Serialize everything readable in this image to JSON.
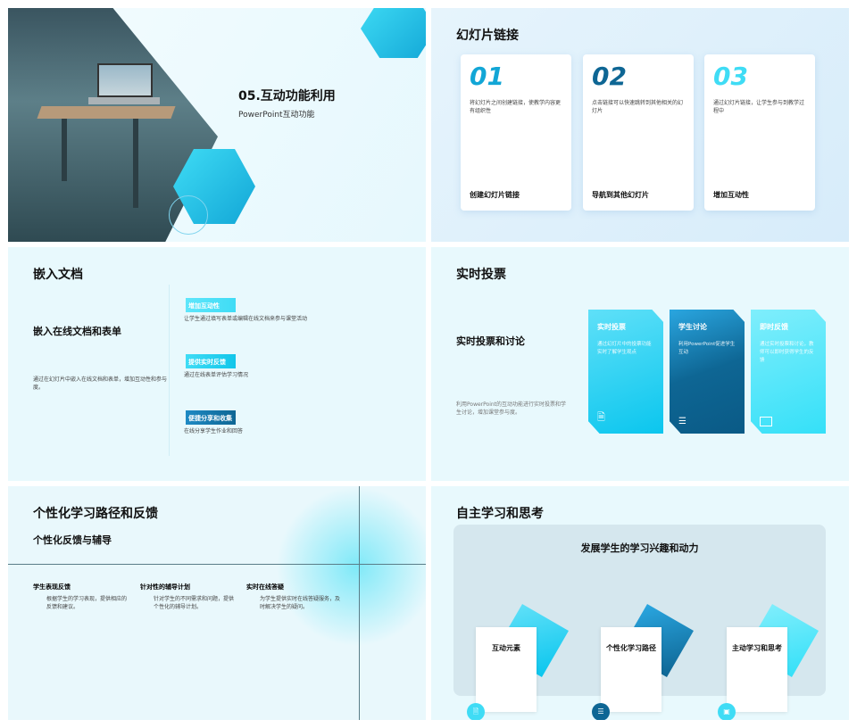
{
  "slide1": {
    "title": "05.互动功能利用",
    "subtitle": "PowerPoint互动功能"
  },
  "slide2": {
    "title": "幻灯片链接",
    "cards": [
      {
        "num": "01",
        "desc": "将幻灯片之间创建链接，使教学内容更有组织性",
        "label": "创建幻灯片链接",
        "color": "#12a6d6"
      },
      {
        "num": "02",
        "desc": "点击链接可以快速跳转到其他相关的幻灯片",
        "label": "导航到其他幻灯片",
        "color": "#0e6694"
      },
      {
        "num": "03",
        "desc": "通过幻灯片链接，让学生参与到教学过程中",
        "label": "增加互动性",
        "color": "#3fdcf5"
      }
    ]
  },
  "slide3": {
    "title": "嵌入文档",
    "heading": "嵌入在线文档和表单",
    "desc": "通过在幻灯片中嵌入在线文档和表单，增加互动性和参与度。",
    "items": [
      {
        "tag": "增加互动性",
        "text": "让学生通过填写表单或编辑在线文档来参与课堂活动"
      },
      {
        "tag": "提供实时反馈",
        "text": "通过在线表单评估学习情况"
      },
      {
        "tag": "便捷分享和收集",
        "text": "在线分享学生作业和回答"
      }
    ]
  },
  "slide4": {
    "title": "实时投票",
    "heading": "实时投票和讨论",
    "desc": "利用PowerPoint的互动功能进行实时投票和学生讨论，增加课堂参与度。",
    "cards": [
      {
        "title": "实时投票",
        "text": "通过幻灯片中的投票功能实时了解学生观点",
        "icon": "file-icon"
      },
      {
        "title": "学生讨论",
        "text": "利用PowerPoint促进学生互动",
        "icon": "org-chart-icon"
      },
      {
        "title": "即时反馈",
        "text": "通过实时投票和讨论，教师可以即时获得学生的反馈",
        "icon": "image-icon"
      }
    ]
  },
  "slide5": {
    "title": "个性化学习路径和反馈",
    "subtitle": "个性化反馈与辅导",
    "items": [
      {
        "title": "学生表现反馈",
        "text": "根据学生的学习表现，提供相应的反馈和建议。"
      },
      {
        "title": "针对性的辅导计划",
        "text": "针对学生的不同需求和问题，提供个性化的辅导计划。"
      },
      {
        "title": "实时在线答疑",
        "text": "为学生提供实时在线答疑服务，及时解决学生的疑问。"
      }
    ]
  },
  "slide6": {
    "title": "自主学习和思考",
    "heading": "发展学生的学习兴趣和动力",
    "cards": [
      {
        "label": "互动元素",
        "icon": "file-icon"
      },
      {
        "label": "个性化学习路径",
        "icon": "org-chart-icon"
      },
      {
        "label": "主动学习和思考",
        "icon": "image-icon"
      }
    ]
  }
}
